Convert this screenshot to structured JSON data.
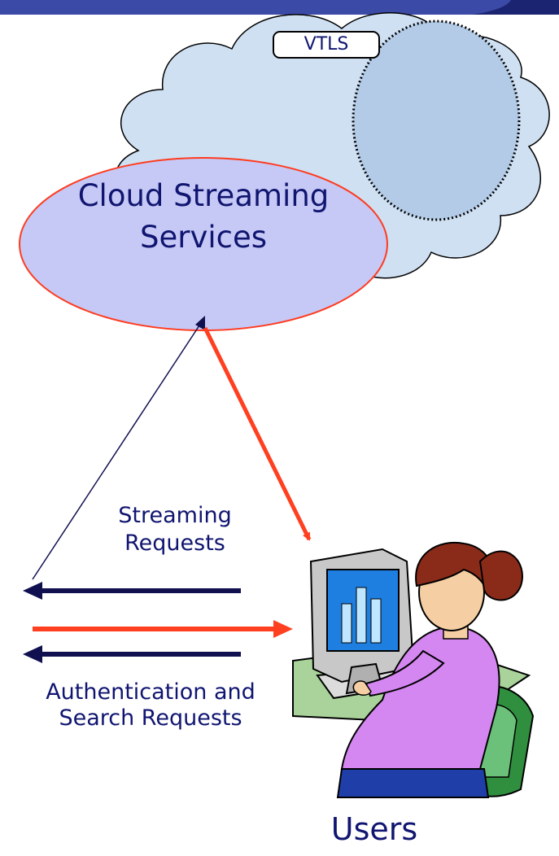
{
  "cloud_label": "VTLS",
  "service_label": "Cloud Streaming Services",
  "streaming_label": "Streaming Requests",
  "auth_label": "Authentication and Search Requests",
  "users_label": "Users",
  "colors": {
    "header_bar": "#3b4aa6",
    "cloud_fill": "#cfe0f3",
    "inner_circle_fill": "#b3cbe6",
    "ellipse_fill": "#c6c9f5",
    "ellipse_stroke": "#ff3b1f",
    "request_arrow": "#101050",
    "stream_arrow": "#ff4020",
    "text": "#101570"
  }
}
